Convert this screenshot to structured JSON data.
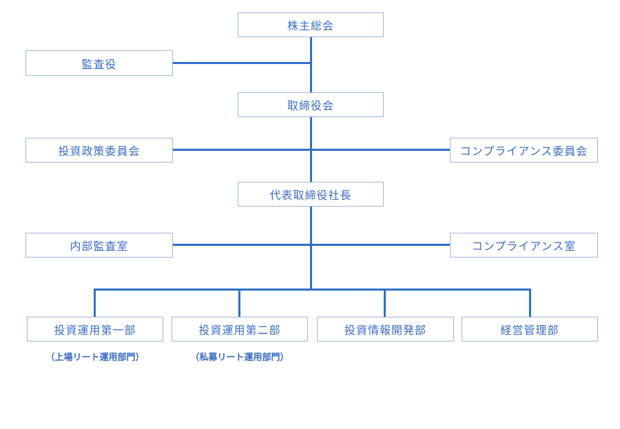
{
  "diagram": {
    "type": "org-chart",
    "nodes": {
      "shareholders": "株主総会",
      "auditor": "監査役",
      "board": "取締役会",
      "investment_policy_committee": "投資政策委員会",
      "compliance_committee": "コンプライアンス委員会",
      "president": "代表取締役社長",
      "internal_audit_office": "内部監査室",
      "compliance_office": "コンプライアンス室",
      "investment_management_dept1": "投資運用第一部",
      "investment_management_dept2": "投資運用第二部",
      "investment_information_dev_dept": "投資情報開発部",
      "corporate_management_dept": "経営管理部"
    },
    "notes": {
      "dept1_note": "（上場リート運用部門）",
      "dept2_note": "（私募リート運用部門）"
    },
    "colors": {
      "connector": "#2e6fc7",
      "box_border": "#9db4d8",
      "text": "#3a6ac6",
      "background": "#ffffff"
    }
  }
}
